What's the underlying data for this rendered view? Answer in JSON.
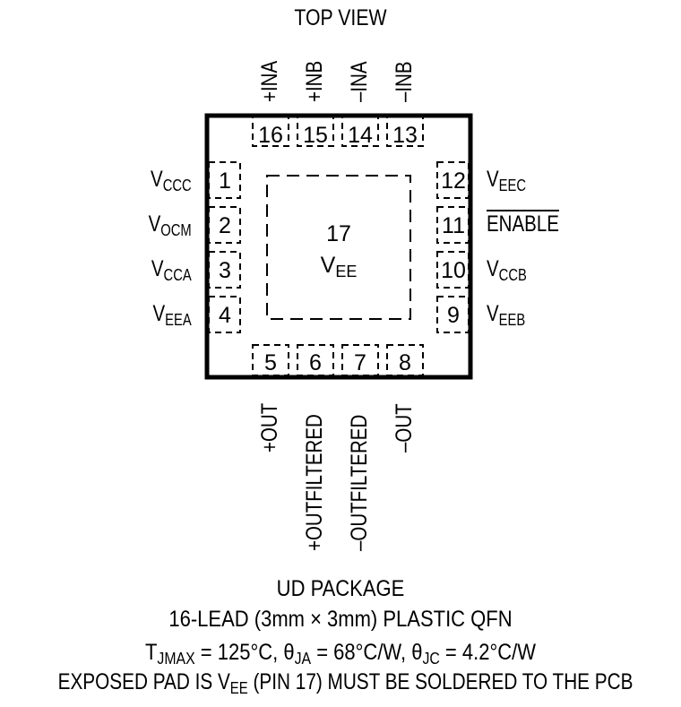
{
  "view_title": "TOP VIEW",
  "top_pins": [
    {
      "num": "16",
      "label": "+INA"
    },
    {
      "num": "15",
      "label": "+INB"
    },
    {
      "num": "14",
      "label": "–INA"
    },
    {
      "num": "13",
      "label": "–INB"
    }
  ],
  "left_pins": [
    {
      "num": "1",
      "label_main": "V",
      "label_sub": "CCC"
    },
    {
      "num": "2",
      "label_main": "V",
      "label_sub": "OCM"
    },
    {
      "num": "3",
      "label_main": "V",
      "label_sub": "CCA"
    },
    {
      "num": "4",
      "label_main": "V",
      "label_sub": "EEA"
    }
  ],
  "right_pins": [
    {
      "num": "12",
      "label_main": "V",
      "label_sub": "EEC"
    },
    {
      "num": "11",
      "label_main": "ENABLE",
      "label_sub": ""
    },
    {
      "num": "10",
      "label_main": "V",
      "label_sub": "CCB"
    },
    {
      "num": "9",
      "label_main": "V",
      "label_sub": "EEB"
    }
  ],
  "bottom_pins": [
    {
      "num": "5",
      "label": "+OUT"
    },
    {
      "num": "6",
      "label": "+OUTFILTERED"
    },
    {
      "num": "7",
      "label": "–OUTFILTERED"
    },
    {
      "num": "8",
      "label": "–OUT"
    }
  ],
  "exposed_pad": {
    "num": "17",
    "label_main": "V",
    "label_sub": "EE"
  },
  "package": {
    "line1": "UD PACKAGE",
    "line2": "16-LEAD (3mm × 3mm) PLASTIC QFN",
    "thermal": {
      "t_main": "T",
      "t_sub": "JMAX",
      "t_val": " = 125°C, ",
      "ja_main": "θ",
      "ja_sub": "JA",
      "ja_val": " = 68°C/W, ",
      "jc_main": "θ",
      "jc_sub": "JC",
      "jc_val": " = 4.2°C/W"
    },
    "note_pre": "EXPOSED PAD IS ",
    "note_v": "V",
    "note_sub": "EE",
    "note_post": " (PIN 17) MUST BE SOLDERED TO THE PCB"
  }
}
